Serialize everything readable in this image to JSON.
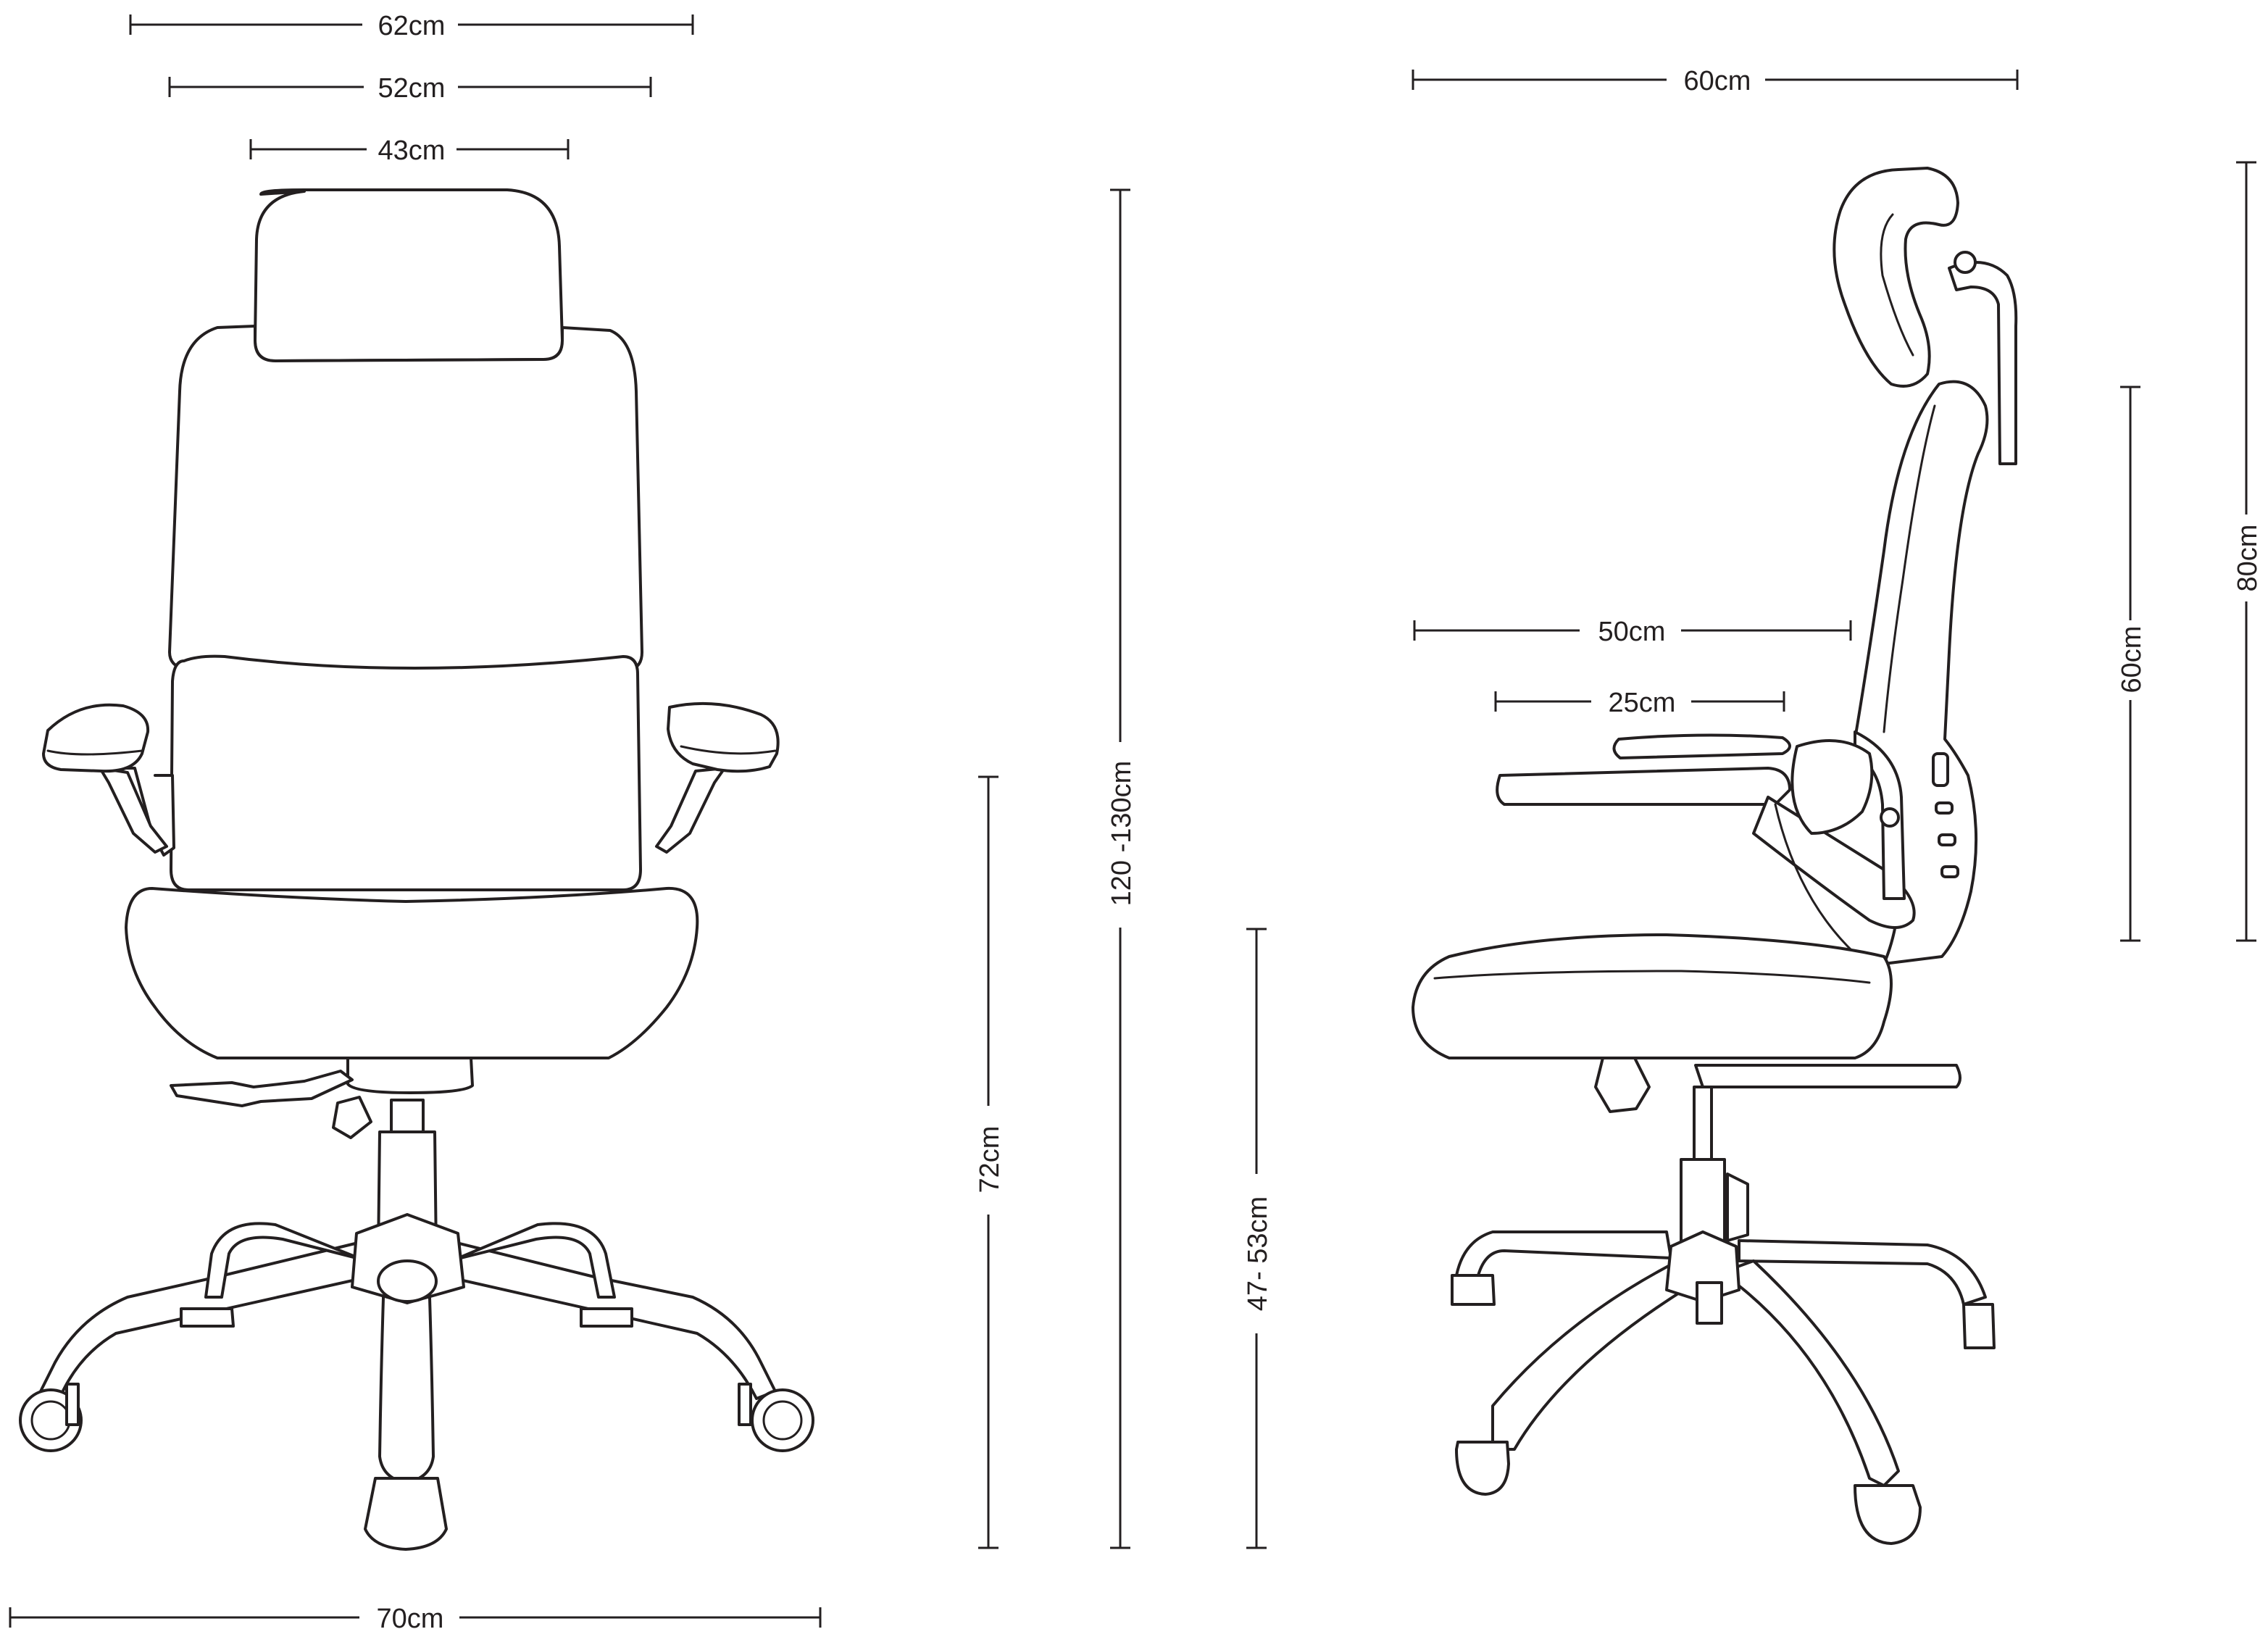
{
  "figure": {
    "front_view": {
      "dimensions": {
        "headrest_top_width": "62cm",
        "back_width": "52cm",
        "headrest_width": "43cm",
        "total_height": "120 -130cm",
        "arm_height": "72cm",
        "seat_height": "47- 53cm",
        "base_width": "70cm"
      }
    },
    "side_view": {
      "dimensions": {
        "total_depth": "60cm",
        "arm_length": "50cm",
        "arm_flip_length": "25cm",
        "back_height": "60cm",
        "back_headrest_height": "80cm"
      }
    },
    "colors": {
      "line": "#231f20",
      "background": "#ffffff"
    }
  }
}
